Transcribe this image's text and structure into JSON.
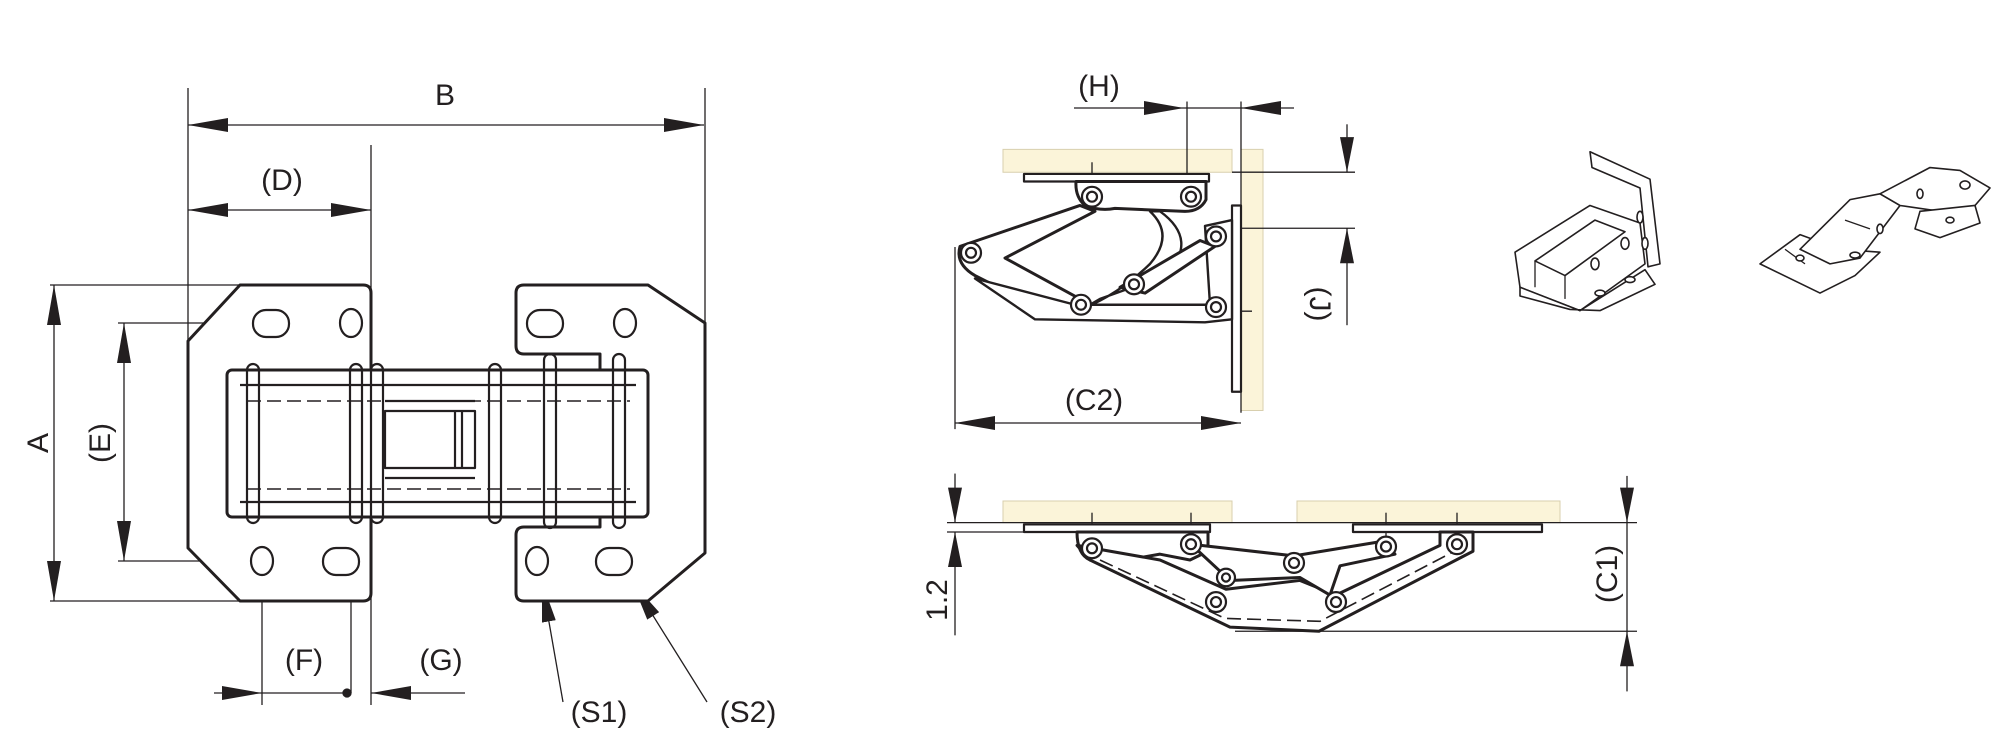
{
  "colors": {
    "line": "#231f20",
    "wood": "#fbf4d9",
    "background": "#ffffff"
  },
  "front_view": {
    "labels": {
      "B": "B",
      "D": "(D)",
      "A": "A",
      "E": "(E)",
      "F": "(F)",
      "G": "(G)",
      "S1": "(S1)",
      "S2": "(S2)"
    }
  },
  "side_view": {
    "labels": {
      "H": "(H)",
      "J": "(J)",
      "C2": "(C2)"
    }
  },
  "open_view": {
    "labels": {
      "thickness": "1.2",
      "C1": "(C1)"
    }
  },
  "isometric_views": [
    "hinge-closed-iso",
    "hinge-open-iso"
  ]
}
